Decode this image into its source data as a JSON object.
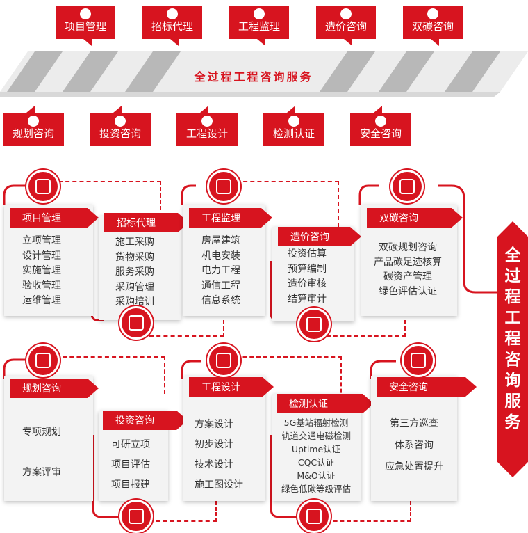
{
  "colors": {
    "accent": "#d7141f",
    "card": "#f3f3f3"
  },
  "top": {
    "road_title": "全过程工程咨询服务",
    "upper_tags": [
      {
        "label": "项目管理",
        "icon": "clipboard-icon"
      },
      {
        "label": "招标代理",
        "icon": "edit-doc-icon"
      },
      {
        "label": "工程监理",
        "icon": "engineer-icon"
      },
      {
        "label": "造价咨询",
        "icon": "cost-icon"
      },
      {
        "label": "双碳咨询",
        "icon": "headset-icon"
      }
    ],
    "lower_tags": [
      {
        "label": "规划咨询",
        "icon": "people-icon"
      },
      {
        "label": "投资咨询",
        "icon": "money-doc-icon"
      },
      {
        "label": "工程设计",
        "icon": "monitor-icon"
      },
      {
        "label": "检测认证",
        "icon": "edit-doc-icon"
      },
      {
        "label": "安全咨询",
        "icon": "dome-icon"
      }
    ]
  },
  "cards": [
    {
      "title": "项目管理",
      "icon": "clipboard-icon",
      "items": [
        "立项管理",
        "设计管理",
        "实施管理",
        "验收管理",
        "运维管理"
      ]
    },
    {
      "title": "招标代理",
      "icon": "edit-doc-icon",
      "items": [
        "施工采购",
        "货物采购",
        "服务采购",
        "采购管理",
        "采购培训"
      ]
    },
    {
      "title": "工程监理",
      "icon": "engineer-icon",
      "items": [
        "房屋建筑",
        "机电安装",
        "电力工程",
        "通信工程",
        "信息系统"
      ]
    },
    {
      "title": "造价咨询",
      "icon": "cost-icon",
      "items": [
        "投资估算",
        "预算编制",
        "造价审核",
        "结算审计"
      ]
    },
    {
      "title": "双碳咨询",
      "icon": "headset-icon",
      "items": [
        "双碳规划咨询",
        "产品碳足迹核算",
        "碳资产管理",
        "绿色评估认证"
      ]
    },
    {
      "title": "规划咨询",
      "icon": "people-icon",
      "items": [
        "专项规划",
        "方案评审"
      ]
    },
    {
      "title": "投资咨询",
      "icon": "money-doc-icon",
      "items": [
        "可研立项",
        "项目评估",
        "项目报建"
      ]
    },
    {
      "title": "工程设计",
      "icon": "monitor-icon",
      "items": [
        "方案设计",
        "初步设计",
        "技术设计",
        "施工图设计"
      ]
    },
    {
      "title": "检测认证",
      "icon": "edit-doc-icon",
      "items": [
        "5G基站辐射检测",
        "轨道交通电磁检测",
        "Uptime认证",
        "CQC认证",
        "M&O认证",
        "绿色低碳等级评估"
      ]
    },
    {
      "title": "安全咨询",
      "icon": "dome-icon",
      "items": [
        "第三方巡查",
        "体系咨询",
        "应急处置提升"
      ]
    }
  ],
  "side_badge": "全过程工程咨询服务"
}
